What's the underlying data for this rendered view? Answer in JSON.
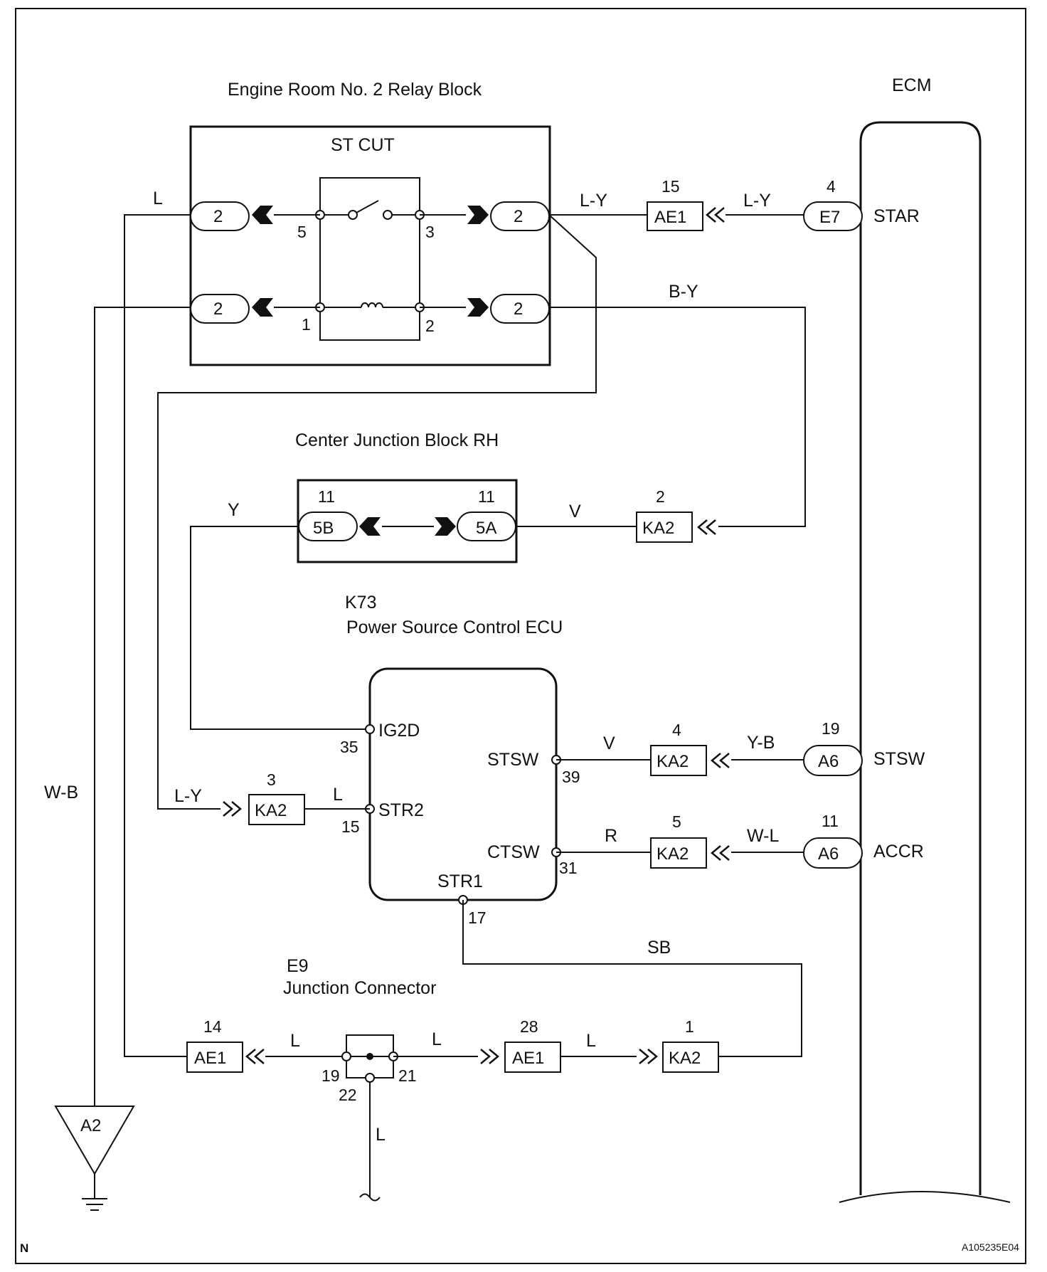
{
  "relay_block": {
    "title": "Engine Room No. 2 Relay Block",
    "relay_name": "ST CUT",
    "pins": [
      "5",
      "3",
      "1",
      "2"
    ],
    "connector_pin": "2"
  },
  "ecm": {
    "title": "ECM",
    "terminals": [
      "STAR",
      "STSW",
      "ACCR"
    ]
  },
  "junction_block": {
    "title": "Center Junction Block RH",
    "left_connector": "5B",
    "right_connector": "5A",
    "left_pin": "11",
    "right_pin": "11"
  },
  "power_ecu": {
    "code": "K73",
    "title": "Power Source Control ECU",
    "terminals": [
      "IG2D",
      "STR2",
      "STSW",
      "CTSW",
      "STR1"
    ],
    "pins": [
      "35",
      "15",
      "39",
      "31",
      "17"
    ]
  },
  "junction_connector": {
    "code": "E9",
    "title": "Junction Connector",
    "pins": [
      "19",
      "21",
      "22"
    ]
  },
  "connectors": [
    {
      "label": "AE1",
      "pin": "15"
    },
    {
      "label": "E7",
      "pin": "4"
    },
    {
      "label": "KA2",
      "pin": "2"
    },
    {
      "label": "KA2",
      "pin": "4"
    },
    {
      "label": "A6",
      "pin": "19"
    },
    {
      "label": "KA2",
      "pin": "3"
    },
    {
      "label": "KA2",
      "pin": "5"
    },
    {
      "label": "A6",
      "pin": "11"
    },
    {
      "label": "AE1",
      "pin": "14"
    },
    {
      "label": "AE1",
      "pin": "28"
    },
    {
      "label": "KA2",
      "pin": "1"
    }
  ],
  "ground": {
    "label": "A2"
  },
  "wires": [
    "L",
    "L-Y",
    "L-Y",
    "B-Y",
    "Y",
    "V",
    "V",
    "Y-B",
    "L-Y",
    "L",
    "R",
    "W-L",
    "SB",
    "L",
    "L",
    "L",
    "L",
    "W-B"
  ],
  "corner_left": "N",
  "corner_right": "A105235E04"
}
